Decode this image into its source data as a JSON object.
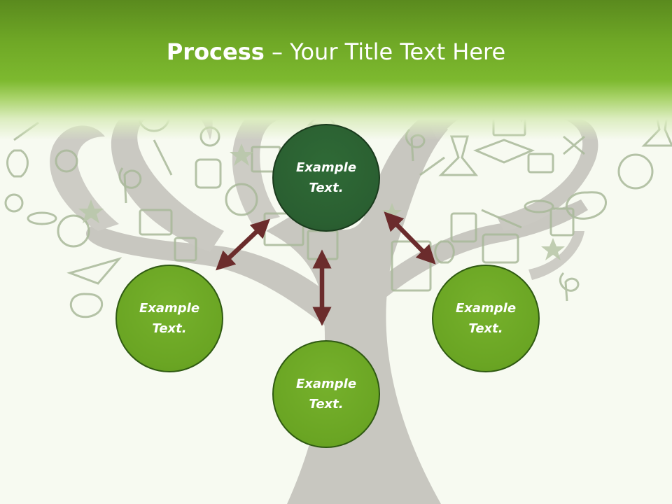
{
  "slide": {
    "title_bold": "Process",
    "title_rest": " – Your Title Text Here"
  },
  "nodes": {
    "top": {
      "line1": "Example",
      "line2": "Text."
    },
    "left": {
      "line1": "Example",
      "line2": "Text."
    },
    "right": {
      "line1": "Example",
      "line2": "Text."
    },
    "bottom": {
      "line1": "Example",
      "line2": "Text."
    }
  },
  "colors": {
    "header_green": "#6fa826",
    "node_light": "#6aa523",
    "node_dark": "#2a5f31",
    "arrow": "#6b2c2c",
    "tree": "#c9c9c2"
  }
}
